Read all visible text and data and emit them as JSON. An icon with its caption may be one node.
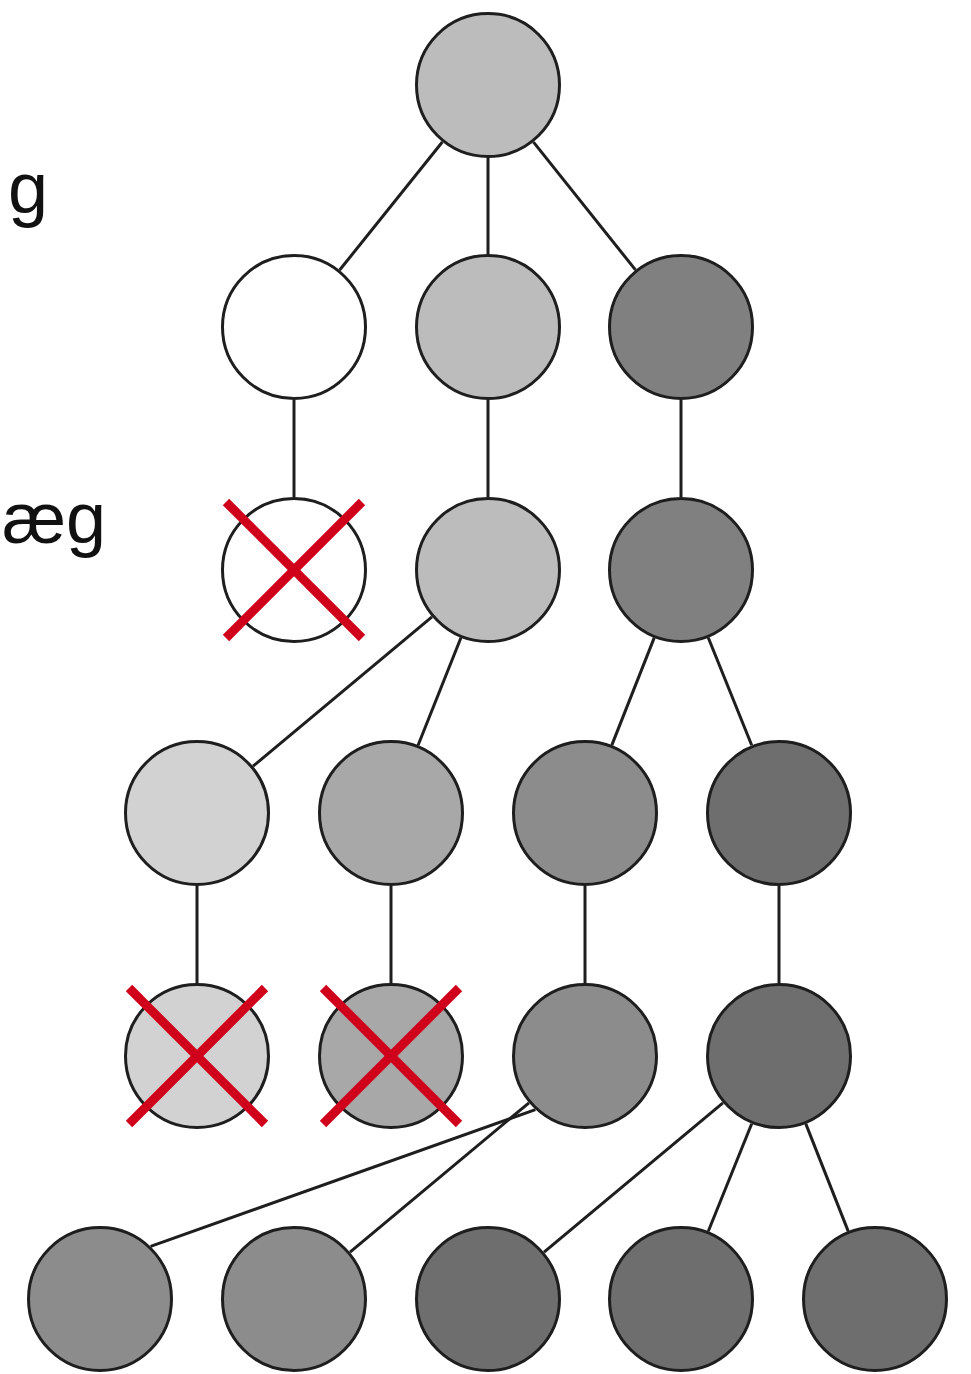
{
  "diagram": {
    "nodes": [
      {
        "text": [],
        "shape": "circle"
      },
      {
        "text": [],
        "shape": "circle"
      },
      {
        "text": [],
        "shape": "circle"
      },
      {
        "text": [],
        "shape": "circle"
      },
      {
        "text": [],
        "shape": "circle"
      },
      {
        "text": [],
        "shape": "circle"
      },
      {
        "text": [],
        "shape": "circle"
      },
      {
        "text": [],
        "shape": "circle"
      },
      {
        "text": [],
        "shape": "circle"
      },
      {
        "text": [],
        "shape": "circle"
      },
      {
        "text": [],
        "shape": "circle"
      },
      {
        "text": [],
        "shape": "circle"
      },
      {
        "text": [],
        "shape": "circle"
      },
      {
        "text": [],
        "shape": "circle"
      },
      {
        "text": [],
        "shape": "circle"
      },
      {
        "text": [],
        "shape": "circle"
      },
      {
        "text": [],
        "shape": "circle"
      },
      {
        "text": [],
        "shape": "circle"
      },
      {
        "text": [],
        "shape": "circle"
      },
      {
        "text": [],
        "shape": "circle"
      }
    ],
    "edges": [
      {
        "from": 0,
        "to": 1,
        "arrow": "none"
      },
      {
        "from": 0,
        "to": 2,
        "arrow": "none"
      },
      {
        "from": 0,
        "to": 3,
        "arrow": "none"
      },
      {
        "from": 1,
        "to": 4,
        "arrow": "none"
      },
      {
        "from": 2,
        "to": 5,
        "arrow": "none"
      },
      {
        "from": 3,
        "to": 6,
        "arrow": "none"
      },
      {
        "from": 5,
        "to": 7,
        "arrow": "none"
      },
      {
        "from": 5,
        "to": 8,
        "arrow": "none"
      },
      {
        "from": 6,
        "to": 9,
        "arrow": "none"
      },
      {
        "from": 6,
        "to": 10,
        "arrow": "none"
      },
      {
        "from": 7,
        "to": 11,
        "arrow": "none"
      },
      {
        "from": 8,
        "to": 12,
        "arrow": "none"
      },
      {
        "from": 9,
        "to": 13,
        "arrow": "none"
      },
      {
        "from": 10,
        "to": 14,
        "arrow": "none"
      },
      {
        "from": 13,
        "to": 15,
        "arrow": "none"
      },
      {
        "from": 13,
        "to": 16,
        "arrow": "none"
      },
      {
        "from": 14,
        "to": 17,
        "arrow": "none"
      },
      {
        "from": 14,
        "to": 18,
        "arrow": "none"
      },
      {
        "from": 14,
        "to": 19,
        "arrow": "none"
      }
    ],
    "labels": [
      "g",
      "æg"
    ]
  }
}
